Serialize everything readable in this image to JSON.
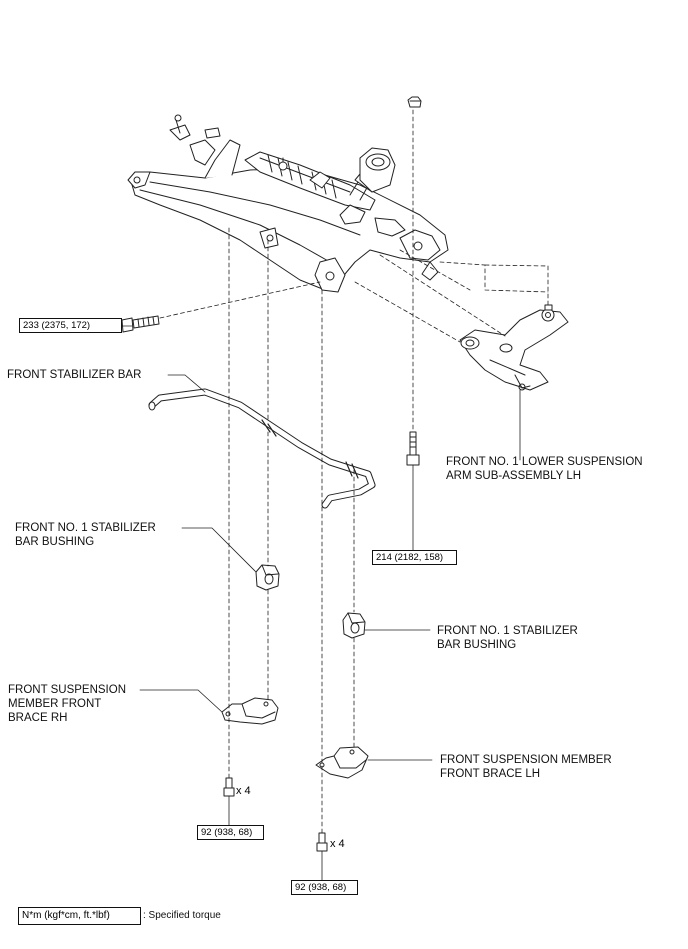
{
  "labels": {
    "front_stabilizer_bar": "FRONT STABILIZER BAR",
    "lower_arm_line1": "FRONT NO. 1 LOWER SUSPENSION",
    "lower_arm_line2": "ARM SUB-ASSEMBLY LH",
    "bushing_left_line1": "FRONT NO. 1 STABILIZER",
    "bushing_left_line2": "BAR BUSHING",
    "bushing_right_line1": "FRONT NO. 1 STABILIZER",
    "bushing_right_line2": "BAR BUSHING",
    "brace_rh_line1": "FRONT SUSPENSION",
    "brace_rh_line2": "MEMBER FRONT",
    "brace_rh_line3": "BRACE RH",
    "brace_lh_line1": "FRONT SUSPENSION MEMBER",
    "brace_lh_line2": "FRONT BRACE LH"
  },
  "torques": {
    "bolt_rear": "233 (2375, 172)",
    "bolt_arm": "214 (2182, 158)",
    "brace_rh_bolts": "92 (938, 68)",
    "brace_lh_bolts": "92 (938, 68)"
  },
  "quantities": {
    "brace_rh_bolts": "x 4",
    "brace_lh_bolts": "x 4"
  },
  "legend": {
    "unit": "N*m (kgf*cm, ft.*lbf)",
    "meaning": ": Specified torque"
  }
}
